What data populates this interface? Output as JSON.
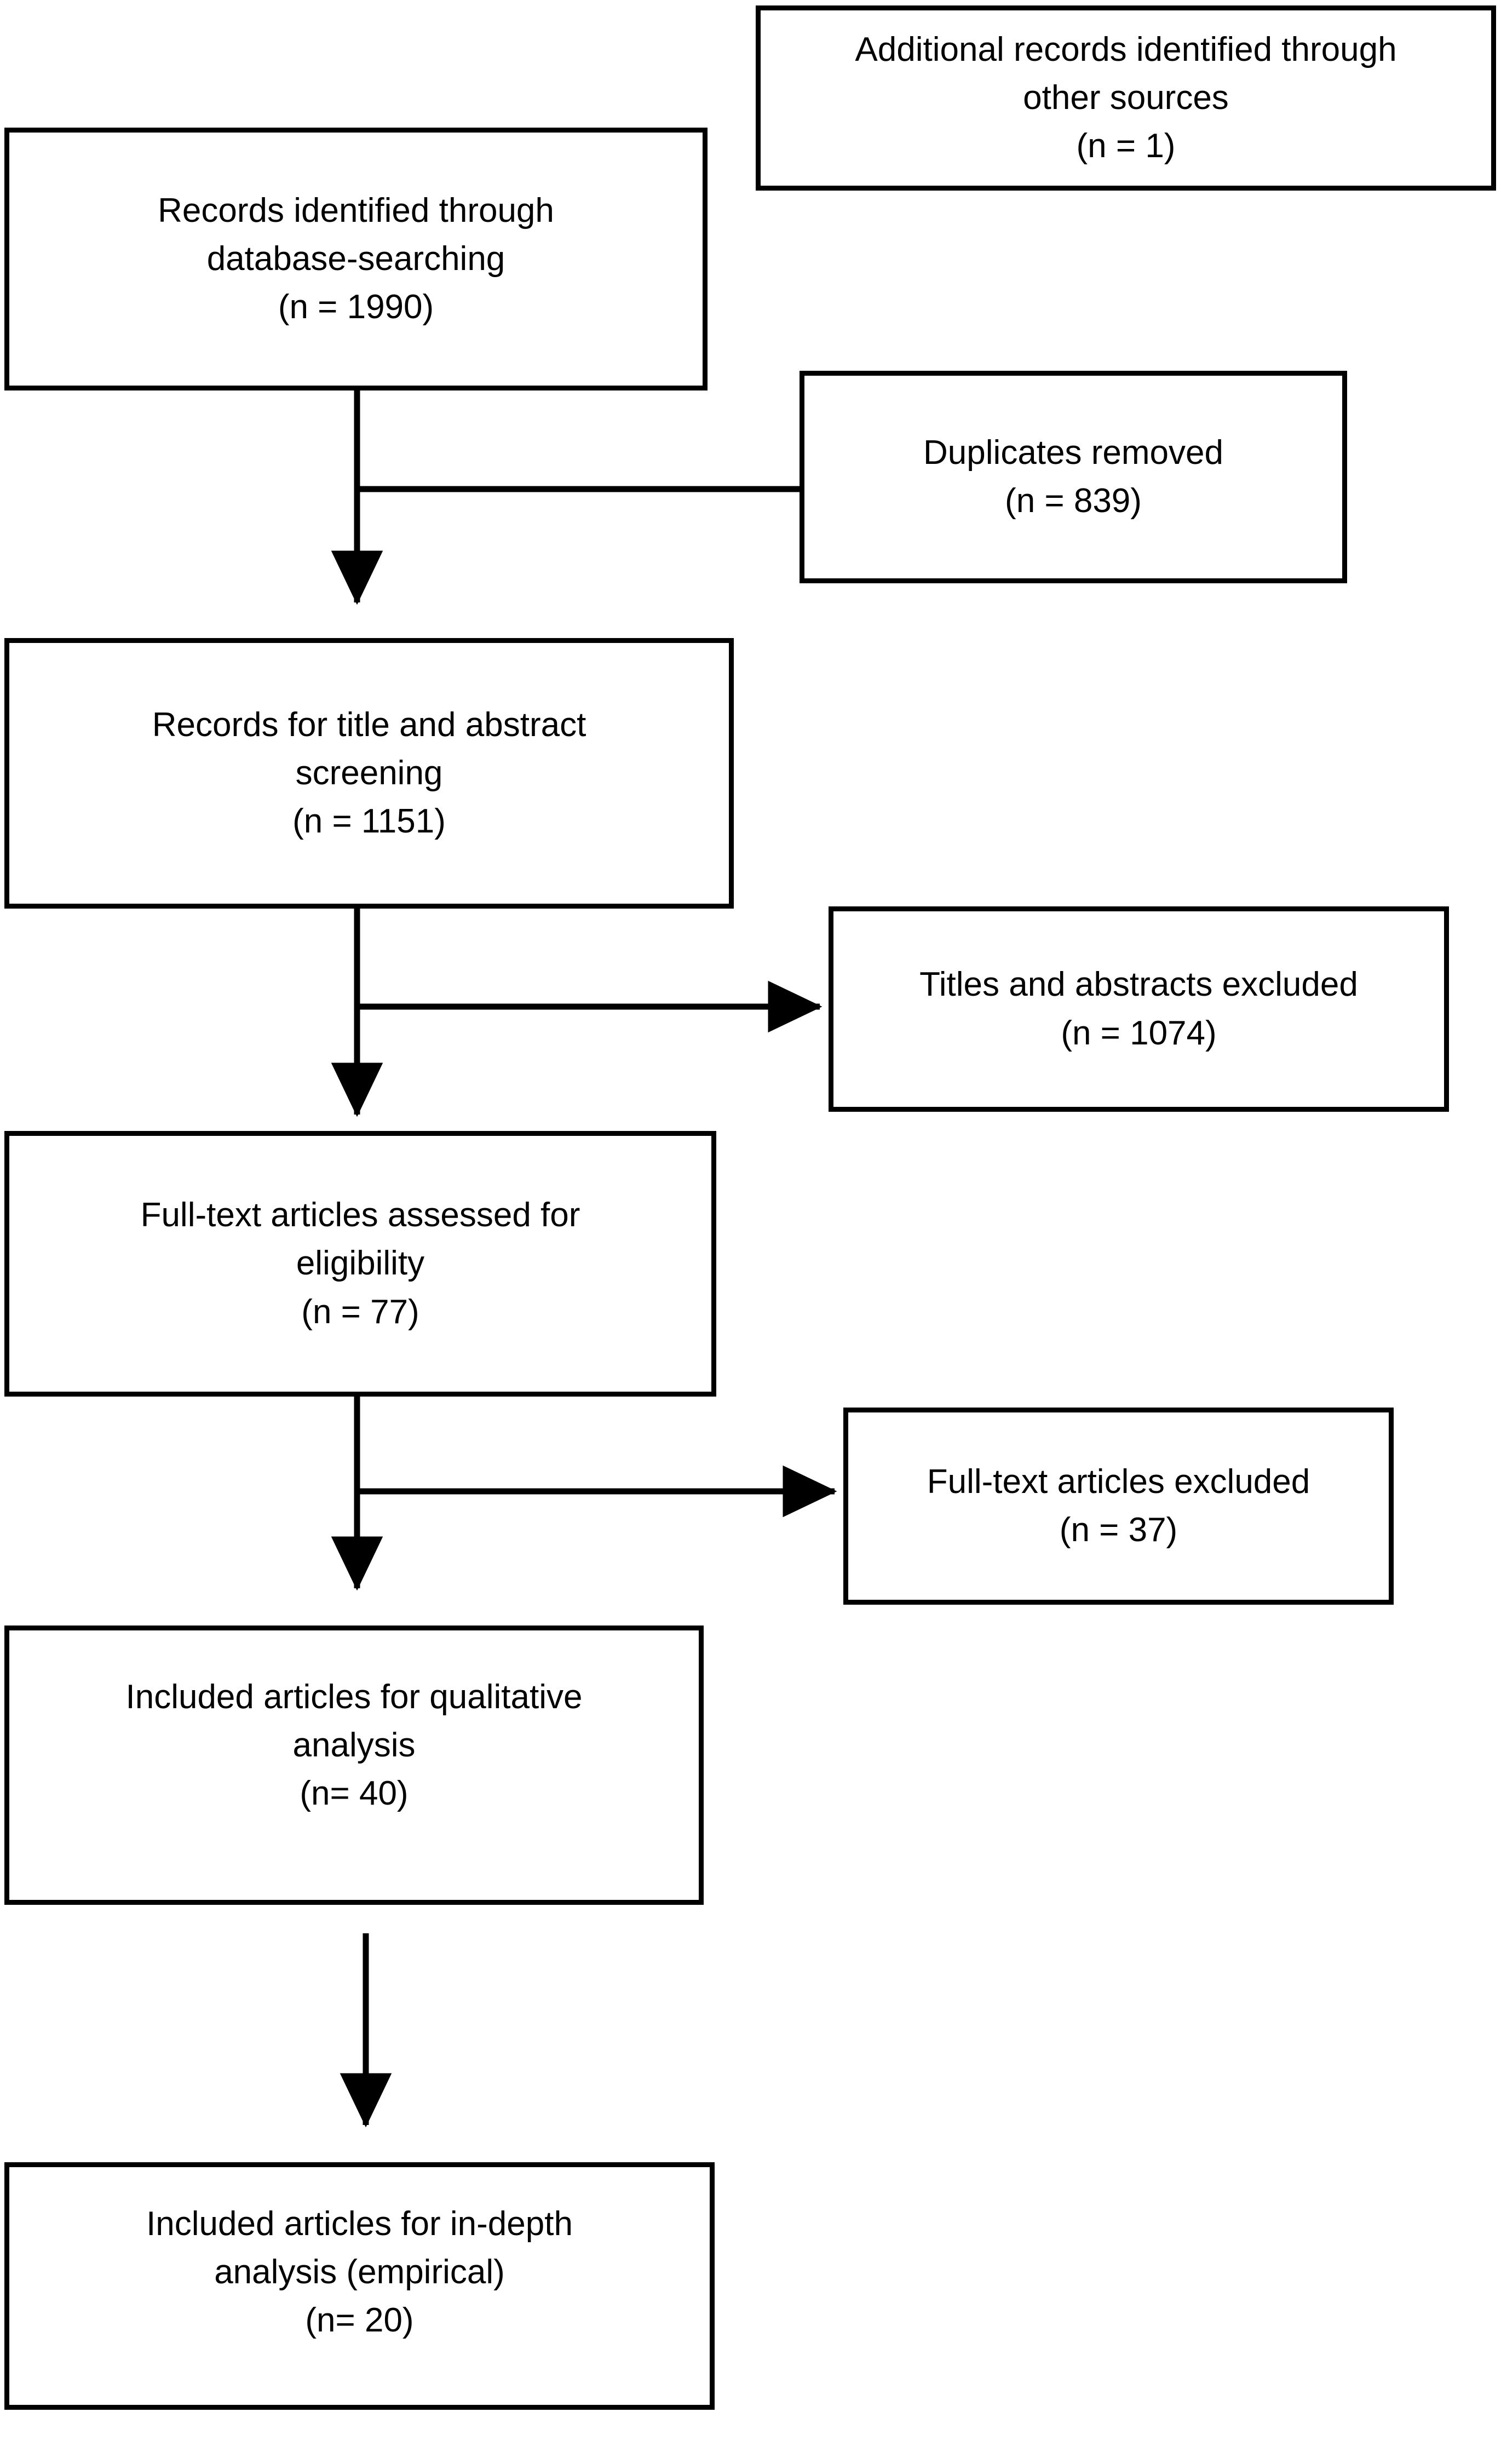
{
  "diagram": {
    "title": "PRISMA study selection flow diagram",
    "stroke_color": "#000000",
    "background_color": "#ffffff",
    "nodes": [
      {
        "id": "records-identified-database",
        "lines": [
          "Records identified through",
          "database-searching",
          "(n = 1990)"
        ],
        "count": 1990
      },
      {
        "id": "additional-records-other-sources",
        "lines": [
          "Additional records identified through",
          "other sources",
          "(n = 1)"
        ],
        "count": 1
      },
      {
        "id": "duplicates-removed",
        "lines": [
          "Duplicates removed",
          "(n = 839)"
        ],
        "count": 839
      },
      {
        "id": "records-title-abstract-screening",
        "lines": [
          "Records for title and abstract",
          "screening",
          "(n = 1151)"
        ],
        "count": 1151
      },
      {
        "id": "titles-abstracts-excluded",
        "lines": [
          "Titles and abstracts excluded",
          "(n = 1074)"
        ],
        "count": 1074
      },
      {
        "id": "fulltext-assessed-eligibility",
        "lines": [
          "Full-text articles assessed for",
          "eligibility",
          "(n = 77)"
        ],
        "count": 77
      },
      {
        "id": "fulltext-excluded",
        "lines": [
          "Full-text articles excluded",
          "(n = 37)"
        ],
        "count": 37
      },
      {
        "id": "included-qualitative-analysis",
        "lines": [
          "Included articles for qualitative",
          "analysis",
          "(n= 40)"
        ],
        "count": 40
      },
      {
        "id": "included-indepth-analysis",
        "lines": [
          "Included articles for in-depth",
          "analysis (empirical)",
          "(n= 20)"
        ],
        "count": 20
      }
    ],
    "edges": [
      {
        "id": "edge-identified-to-duplicates",
        "from": "records-identified-database",
        "to": "duplicates-removed",
        "kind": "branch-right"
      },
      {
        "id": "edge-identified-to-screening",
        "from": "records-identified-database",
        "to": "records-title-abstract-screening",
        "kind": "down"
      },
      {
        "id": "edge-screening-to-titles-excluded",
        "from": "records-title-abstract-screening",
        "to": "titles-abstracts-excluded",
        "kind": "branch-right"
      },
      {
        "id": "edge-screening-to-fulltext",
        "from": "records-title-abstract-screening",
        "to": "fulltext-assessed-eligibility",
        "kind": "down"
      },
      {
        "id": "edge-fulltext-to-fulltext-excluded",
        "from": "fulltext-assessed-eligibility",
        "to": "fulltext-excluded",
        "kind": "branch-right"
      },
      {
        "id": "edge-fulltext-to-qualitative",
        "from": "fulltext-assessed-eligibility",
        "to": "included-qualitative-analysis",
        "kind": "down"
      },
      {
        "id": "edge-qualitative-to-indepth",
        "from": "included-qualitative-analysis",
        "to": "included-indepth-analysis",
        "kind": "down"
      }
    ]
  }
}
